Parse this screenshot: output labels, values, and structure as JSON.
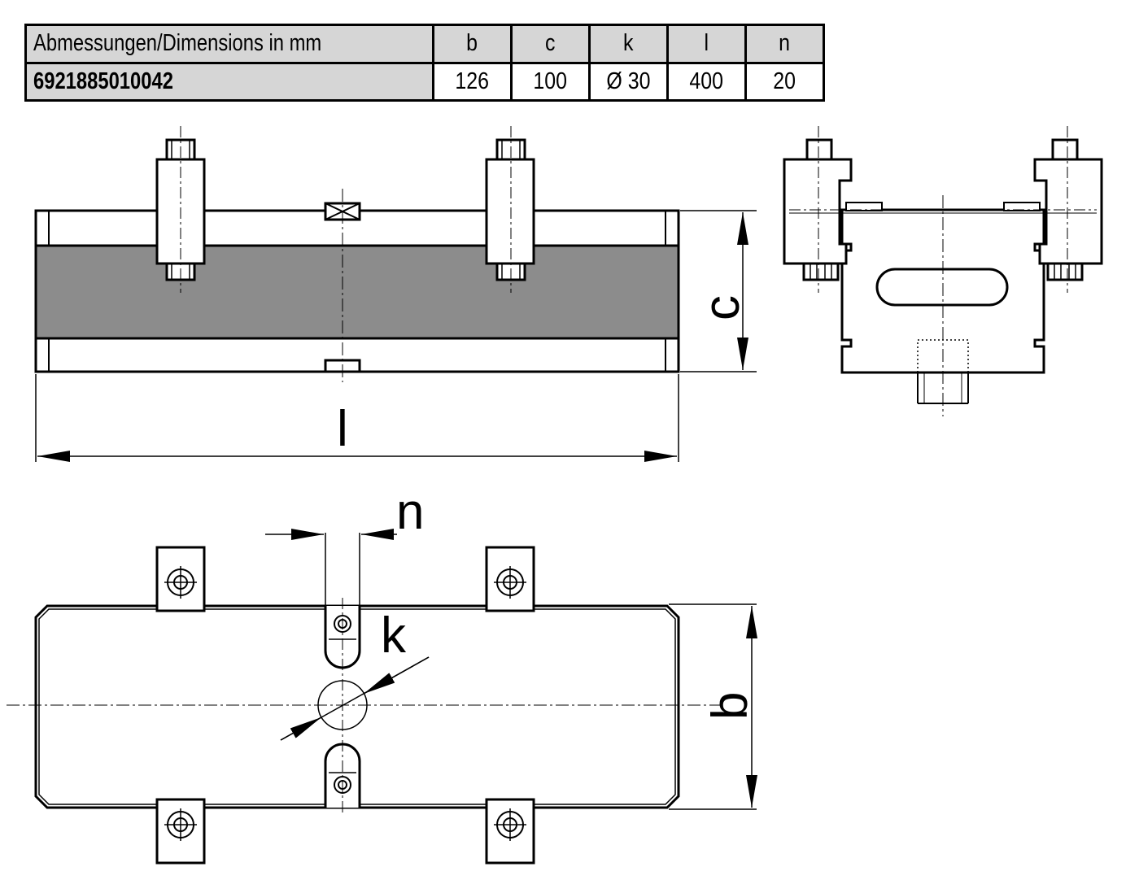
{
  "table": {
    "header": {
      "label": "Abmessungen/Dimensions in mm",
      "columns": [
        "b",
        "c",
        "k",
        "l",
        "n"
      ]
    },
    "rows": [
      {
        "part_number": "6921885010042",
        "values": [
          "126",
          "100",
          "Ø 30",
          "400",
          "20"
        ]
      }
    ]
  },
  "drawing": {
    "dimension_labels": {
      "c": "c",
      "l": "l",
      "n": "n",
      "k": "k",
      "b": "b"
    },
    "colors": {
      "line": "#000000",
      "body_fill": "#8c8c8c",
      "header_fill": "#d6d6d6"
    }
  }
}
